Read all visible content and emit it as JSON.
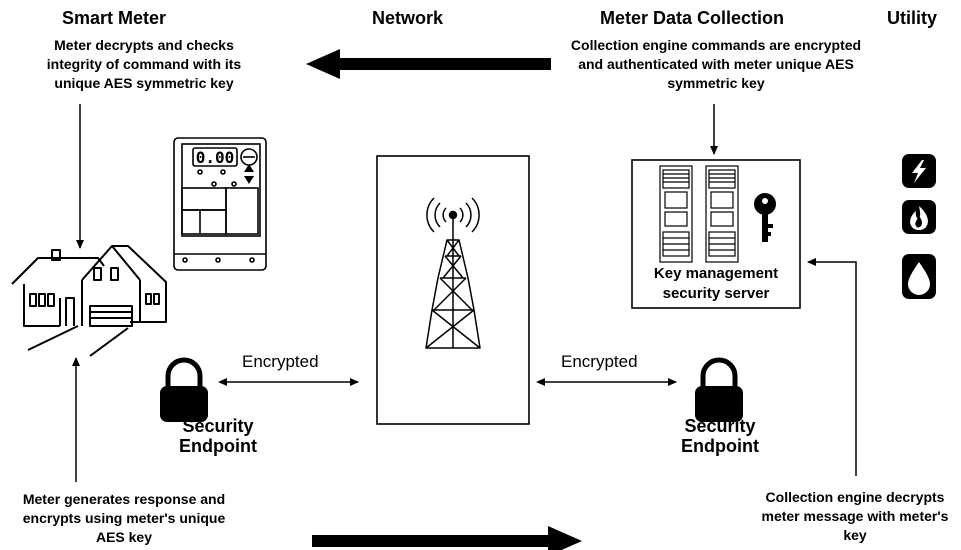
{
  "headers": {
    "smart_meter": "Smart Meter",
    "network": "Network",
    "meter_data_collection": "Meter Data Collection",
    "utility": "Utility"
  },
  "descriptions": {
    "smart_meter": "Meter decrypts and checks integrity of command with its unique AES symmetric key",
    "collection": "Collection engine commands are encrypted and authenticated with meter unique AES symmetric key",
    "meter_response": "Meter generates response and encrypts using meter's unique AES key",
    "collection_decrypt": "Collection engine decrypts meter message with meter's key"
  },
  "meter_display": "0.00",
  "server_label": "Key management security server",
  "encrypted_left": "Encrypted",
  "encrypted_right": "Encrypted",
  "endpoint_left": "Security Endpoint",
  "endpoint_right": "Security Endpoint",
  "icons": [
    "lightning-icon",
    "flame-icon",
    "water-drop-icon"
  ],
  "colors": {
    "ink": "#000000",
    "background": "#ffffff"
  }
}
